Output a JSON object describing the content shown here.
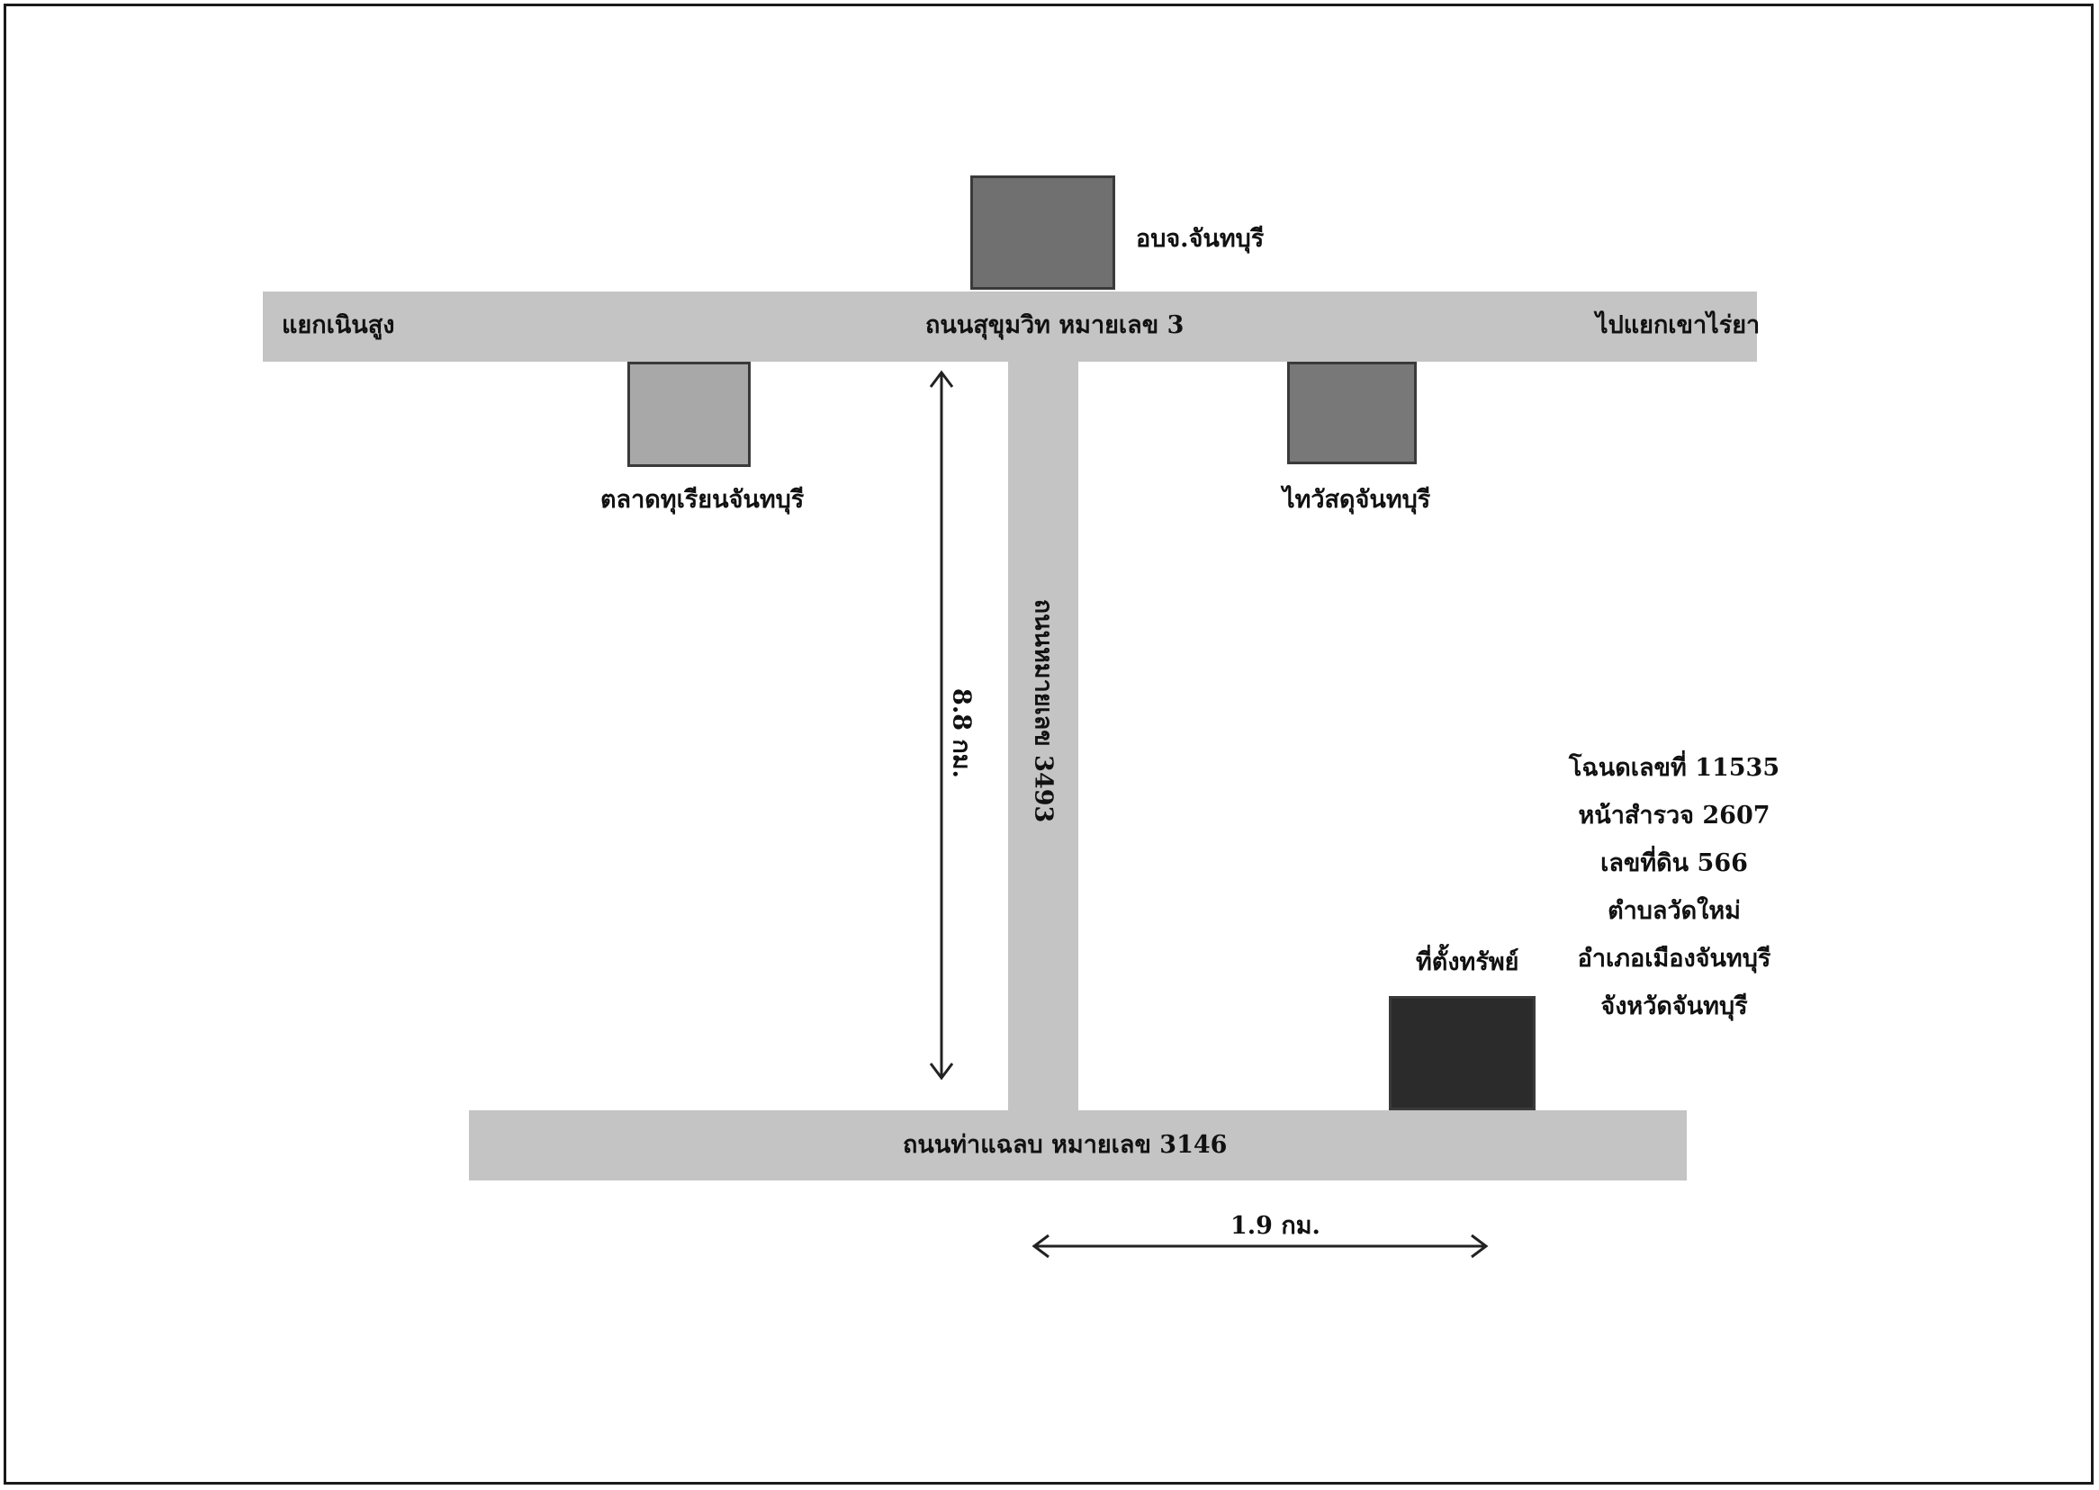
{
  "roads": {
    "sukhumvit": {
      "name": "ถนนสุขุมวิท หมายเลข 3",
      "west_end": "แยกเนินสูง",
      "east_end": "ไปแยกเขาไร่ยา"
    },
    "route_3493": {
      "name": "ถนนหมายเลข 3493"
    },
    "tha_chalaep": {
      "name": "ถนนท่าแฉลบ หมายเลข 3146"
    }
  },
  "landmarks": {
    "pao": {
      "label": "อบจ.จันทบุรี",
      "color": "#707070"
    },
    "durian_market": {
      "label": "ตลาดทุเรียนจันทบุรี",
      "color": "#a8a8a8"
    },
    "post_office": {
      "label": "ไทวัสดุจันทบุรี",
      "color": "#787878"
    },
    "property": {
      "label": "ที่ตั้งทรัพย์",
      "color": "#2b2b2b"
    }
  },
  "distances": {
    "vertical": "8.8 กม.",
    "horizontal": "1.9 กม."
  },
  "deed_info": [
    "โฉนดเลขที่ 11535",
    "หน้าสำรวจ 2607",
    "เลขที่ดิน 566",
    "ตำบลวัดใหม่",
    "อำเภอเมืองจันทบุรี",
    "จังหวัดจันทบุรี"
  ]
}
